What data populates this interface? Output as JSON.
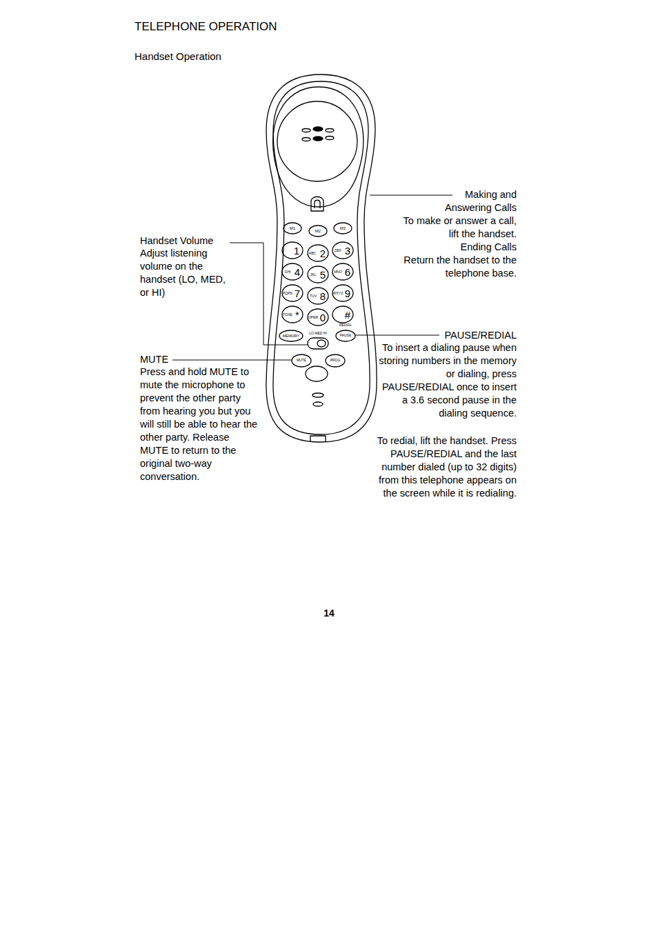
{
  "diagram": {
    "title": "TELEPHONE OPERATION",
    "labels": [
      "Handset Operation",
      "Making and Answering Calls",
      "To make or answer a call, lift the handset.",
      "Ending Calls",
      "Return the handset to the telephone base.",
      "Handset Volume",
      "Adjust listening volume on the handset (LO, MED, or HI)",
      "M1",
      "M2",
      "M3",
      "1",
      "ABC",
      "2",
      "DEF",
      "3",
      "GHI",
      "4",
      "JKL",
      "5",
      "MNO",
      "6",
      "PQRS",
      "7",
      "TUV",
      "8",
      "WXYZ",
      "9",
      "TONE",
      "*",
      "OPER",
      "0",
      "#",
      "REDIAL",
      "MEMORY",
      "LO MED HI",
      "PAUSE",
      "MUTE",
      "PROG",
      "PAUSE/REDIAL",
      "To insert a dialing pause when storing numbers in the memory or dialing, press PAUSE/REDIAL once to insert a 3.6 second pause in the dialing sequence.",
      "To redial, lift the handset. Press PAUSE/REDIAL and the last number dialed (up to 32 digits) from this telephone appears on the screen while it is redialing.",
      "MUTE",
      "Press and hold MUTE to mute the microphone to prevent the other party from hearing you but you will still be able to hear the other party. Release MUTE to return to the original two-way conversation.",
      "14"
    ]
  }
}
